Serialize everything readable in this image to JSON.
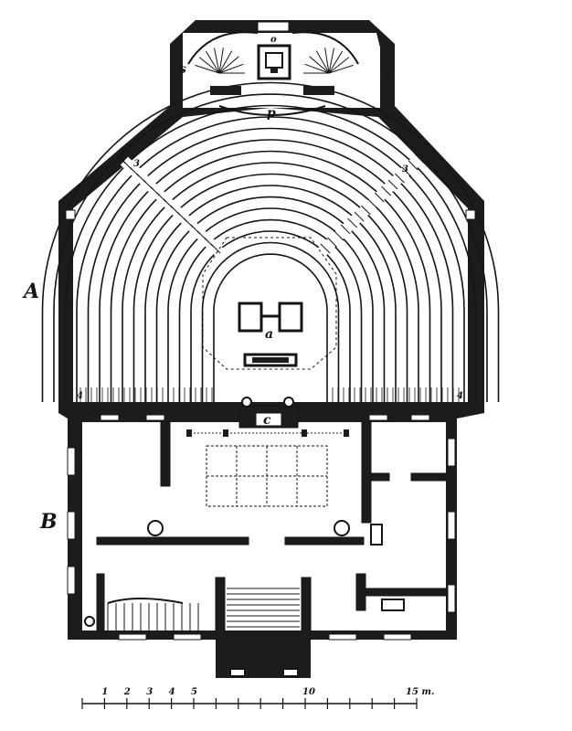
{
  "labels": {
    "section_a": "A",
    "section_b": "B",
    "orchestra": "a",
    "stage": "c",
    "portico": "p",
    "back_room": "o",
    "stair_left": "s",
    "stair_right": "s",
    "aisle_left": "3",
    "aisle_right": "3",
    "corner_left": "4",
    "corner_right": "4"
  },
  "scale": {
    "ticks": [
      "1",
      "2",
      "3",
      "4",
      "5",
      "10"
    ],
    "end_label": "15 m."
  },
  "colors": {
    "ink": "#141414",
    "wall": "#1c1c1c",
    "paper": "#ffffff"
  }
}
